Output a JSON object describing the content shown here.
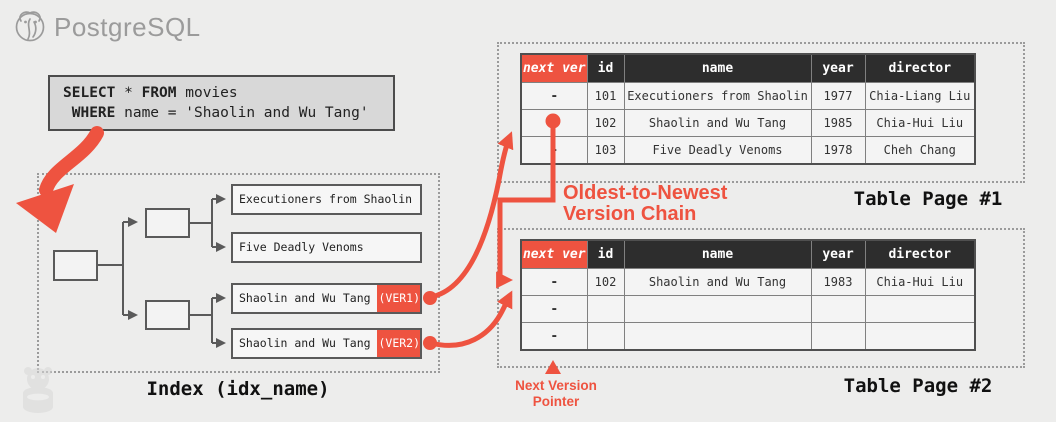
{
  "colors": {
    "accent": "#ee5340",
    "header_bg": "#2d2d2d"
  },
  "logo": {
    "text": "PostgreSQL"
  },
  "sql": {
    "l1_kw1": "SELECT",
    "l1_t1": " * ",
    "l1_kw2": "FROM",
    "l1_t2": " movies",
    "l2_kw1": " WHERE",
    "l2_t1": " name = 'Shaolin and Wu Tang'"
  },
  "index": {
    "label": "Index (idx_name)",
    "leaf1": "Executioners from Shaolin",
    "leaf2": "Five Deadly Venoms",
    "leaf3": "Shaolin and Wu Tang ",
    "leaf3_badge": "(VER1)",
    "leaf4": "Shaolin and Wu Tang ",
    "leaf4_badge": "(VER2)"
  },
  "table1": {
    "label": "Table Page #1",
    "headers": [
      "next ver",
      "id",
      "name",
      "year",
      "director"
    ],
    "rows": [
      [
        "-",
        "101",
        "Executioners from Shaolin",
        "1977",
        "Chia-Liang Liu"
      ],
      [
        "",
        "102",
        "Shaolin and Wu Tang",
        "1985",
        "Chia-Hui Liu"
      ],
      [
        "-",
        "103",
        "Five Deadly Venoms",
        "1978",
        "Cheh Chang"
      ]
    ]
  },
  "table2": {
    "label": "Table Page #2",
    "headers": [
      "next ver",
      "id",
      "name",
      "year",
      "director"
    ],
    "rows": [
      [
        "-",
        "102",
        "Shaolin and Wu Tang",
        "1983",
        "Chia-Hui Liu"
      ],
      [
        "-",
        "",
        "",
        "",
        ""
      ],
      [
        "-",
        "",
        "",
        "",
        ""
      ]
    ]
  },
  "annotations": {
    "chain_line1": "Oldest-to-Newest",
    "chain_line2": "Version Chain",
    "pointer_line1": "Next Version",
    "pointer_line2": "Pointer"
  }
}
